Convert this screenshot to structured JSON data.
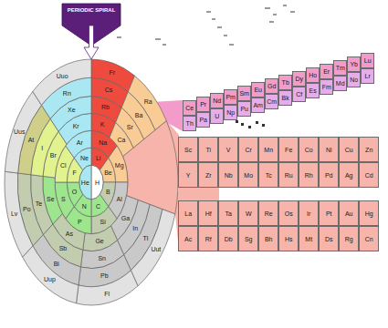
{
  "diagram": {
    "nodes": [
      {
        "text": [
          "PERIODIC SPIRAL"
        ]
      },
      {
        "text": [
          "H"
        ]
      },
      {
        "text": [
          "He"
        ]
      },
      {
        "text": [
          "Li"
        ]
      },
      {
        "text": [
          "Be"
        ]
      },
      {
        "text": [
          "B"
        ]
      },
      {
        "text": [
          "C"
        ]
      },
      {
        "text": [
          "N"
        ]
      },
      {
        "text": [
          "O"
        ]
      },
      {
        "text": [
          "F"
        ]
      },
      {
        "text": [
          "Ne"
        ]
      },
      {
        "text": [
          "Na"
        ]
      },
      {
        "text": [
          "Mg"
        ]
      },
      {
        "text": [
          "Al"
        ]
      },
      {
        "text": [
          "Si"
        ]
      },
      {
        "text": [
          "P"
        ]
      },
      {
        "text": [
          "S"
        ]
      },
      {
        "text": [
          "Cl"
        ]
      },
      {
        "text": [
          "Ar"
        ]
      },
      {
        "text": [
          "K"
        ]
      },
      {
        "text": [
          "Ca"
        ]
      },
      {
        "text": [
          "Ga"
        ]
      },
      {
        "text": [
          "Ge"
        ]
      },
      {
        "text": [
          "As"
        ]
      },
      {
        "text": [
          "Se"
        ]
      },
      {
        "text": [
          "Br"
        ]
      },
      {
        "text": [
          "Kr"
        ]
      },
      {
        "text": [
          "Rb"
        ]
      },
      {
        "text": [
          "Sr"
        ]
      },
      {
        "text": [
          "In"
        ]
      },
      {
        "text": [
          "Sn"
        ]
      },
      {
        "text": [
          "Sb"
        ]
      },
      {
        "text": [
          "Te"
        ]
      },
      {
        "text": [
          "I"
        ]
      },
      {
        "text": [
          "Xe"
        ]
      },
      {
        "text": [
          "Cs"
        ]
      },
      {
        "text": [
          "Ba"
        ]
      },
      {
        "text": [
          "Tl"
        ]
      },
      {
        "text": [
          "Pb"
        ]
      },
      {
        "text": [
          "Bi"
        ]
      },
      {
        "text": [
          "Po"
        ]
      },
      {
        "text": [
          "At"
        ]
      },
      {
        "text": [
          "Rn"
        ]
      },
      {
        "text": [
          "Fr"
        ]
      },
      {
        "text": [
          "Ra"
        ]
      },
      {
        "text": [
          "Uut"
        ]
      },
      {
        "text": [
          "Fl"
        ]
      },
      {
        "text": [
          "Uup"
        ]
      },
      {
        "text": [
          "Lv"
        ]
      },
      {
        "text": [
          "Uus"
        ]
      },
      {
        "text": [
          "Uuo"
        ]
      },
      {
        "text": [
          "Sc"
        ]
      },
      {
        "text": [
          "Ti"
        ]
      },
      {
        "text": [
          "V"
        ]
      },
      {
        "text": [
          "Cr"
        ]
      },
      {
        "text": [
          "Mn"
        ]
      },
      {
        "text": [
          "Fe"
        ]
      },
      {
        "text": [
          "Co"
        ]
      },
      {
        "text": [
          "Ni"
        ]
      },
      {
        "text": [
          "Cu"
        ]
      },
      {
        "text": [
          "Zn"
        ]
      },
      {
        "text": [
          "Y"
        ]
      },
      {
        "text": [
          "Zr"
        ]
      },
      {
        "text": [
          "Nb"
        ]
      },
      {
        "text": [
          "Mo"
        ]
      },
      {
        "text": [
          "Tc"
        ]
      },
      {
        "text": [
          "Ru"
        ]
      },
      {
        "text": [
          "Rh"
        ]
      },
      {
        "text": [
          "Pd"
        ]
      },
      {
        "text": [
          "Ag"
        ]
      },
      {
        "text": [
          "Cd"
        ]
      },
      {
        "text": [
          "La"
        ]
      },
      {
        "text": [
          "Hf"
        ]
      },
      {
        "text": [
          "Ta"
        ]
      },
      {
        "text": [
          "W"
        ]
      },
      {
        "text": [
          "Re"
        ]
      },
      {
        "text": [
          "Os"
        ]
      },
      {
        "text": [
          "Ir"
        ]
      },
      {
        "text": [
          "Pt"
        ]
      },
      {
        "text": [
          "Au"
        ]
      },
      {
        "text": [
          "Hg"
        ]
      },
      {
        "text": [
          "Ac"
        ]
      },
      {
        "text": [
          "Rf"
        ]
      },
      {
        "text": [
          "Db"
        ]
      },
      {
        "text": [
          "Sg"
        ]
      },
      {
        "text": [
          "Bh"
        ]
      },
      {
        "text": [
          "Hs"
        ]
      },
      {
        "text": [
          "Mt"
        ]
      },
      {
        "text": [
          "Ds"
        ]
      },
      {
        "text": [
          "Rg"
        ]
      },
      {
        "text": [
          "Cn"
        ]
      },
      {
        "text": [
          "Ce"
        ]
      },
      {
        "text": [
          "Pr"
        ]
      },
      {
        "text": [
          "Nd"
        ]
      },
      {
        "text": [
          "Pm"
        ]
      },
      {
        "text": [
          "Sm"
        ]
      },
      {
        "text": [
          "Eu"
        ]
      },
      {
        "text": [
          "Gd"
        ]
      },
      {
        "text": [
          "Tb"
        ]
      },
      {
        "text": [
          "Dy"
        ]
      },
      {
        "text": [
          "Ho"
        ]
      },
      {
        "text": [
          "Er"
        ]
      },
      {
        "text": [
          "Tm"
        ]
      },
      {
        "text": [
          "Yb"
        ]
      },
      {
        "text": [
          "Lu"
        ]
      },
      {
        "text": [
          "Th"
        ]
      },
      {
        "text": [
          "Pa"
        ]
      },
      {
        "text": [
          "U"
        ]
      },
      {
        "text": [
          "Np"
        ]
      },
      {
        "text": [
          "Pu"
        ]
      },
      {
        "text": [
          "Am"
        ]
      },
      {
        "text": [
          "Cm"
        ]
      },
      {
        "text": [
          "Bk"
        ]
      },
      {
        "text": [
          "Cf"
        ]
      },
      {
        "text": [
          "Es"
        ]
      },
      {
        "text": [
          "Fm"
        ]
      },
      {
        "text": [
          "Md"
        ]
      },
      {
        "text": [
          "No"
        ]
      },
      {
        "text": [
          "Lr"
        ]
      }
    ]
  }
}
